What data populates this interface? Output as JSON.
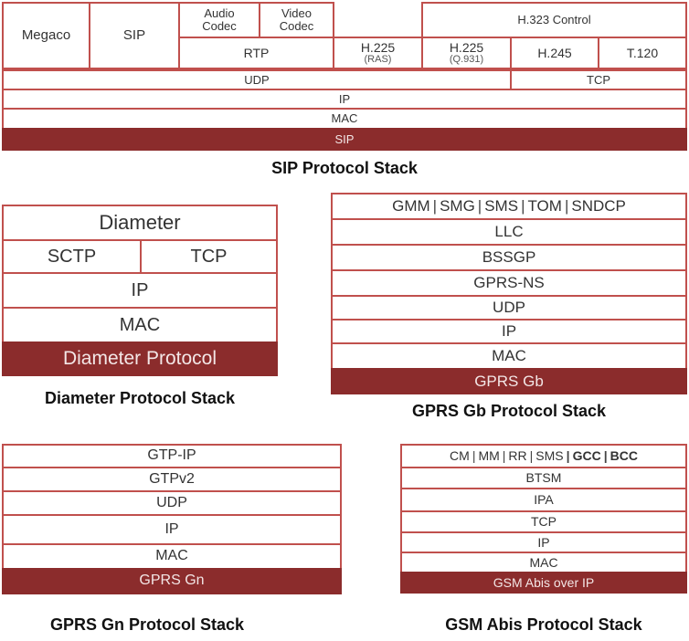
{
  "sip": {
    "megaco": "Megaco",
    "sip_top": "SIP",
    "audio_codec": [
      "Audio",
      "Codec"
    ],
    "video_codec": [
      "Video",
      "Codec"
    ],
    "h323_control": "H.323 Control",
    "rtp": "RTP",
    "h225_ras": "H.225",
    "h225_ras_sub": "(RAS)",
    "h225_q931": "H.225",
    "h225_q931_sub": "(Q.931)",
    "h245": "H.245",
    "t120": "T.120",
    "udp": "UDP",
    "tcp": "TCP",
    "ip": "IP",
    "mac": "MAC",
    "base": "SIP",
    "caption": "SIP Protocol Stack"
  },
  "diameter": {
    "top": "Diameter",
    "sctp": "SCTP",
    "tcp": "TCP",
    "ip": "IP",
    "mac": "MAC",
    "base": "Diameter Protocol",
    "caption": "Diameter Protocol Stack"
  },
  "gprs_gb": {
    "top_items": [
      "GMM",
      "SMG",
      "SMS",
      "TOM",
      "SNDCP"
    ],
    "layers": [
      "LLC",
      "BSSGP",
      "GPRS-NS",
      "UDP",
      "IP",
      "MAC"
    ],
    "base": "GPRS Gb",
    "caption": "GPRS Gb Protocol Stack"
  },
  "gprs_gn": {
    "layers": [
      "GTP-IP",
      "GTPv2",
      "UDP",
      "IP",
      "MAC"
    ],
    "base": "GPRS Gn",
    "caption": "GPRS Gn Protocol Stack"
  },
  "gsm_abis": {
    "top_items": [
      "CM",
      "MM",
      "RR",
      "SMS",
      "GCC",
      "BCC"
    ],
    "layers": [
      "BTSM",
      "IPA",
      "TCP",
      "IP",
      "MAC"
    ],
    "base": "GSM Abis over IP",
    "caption": "GSM Abis Protocol Stack"
  },
  "colors": {
    "border": "#c0504d",
    "base_fill": "#8b2c2c"
  }
}
